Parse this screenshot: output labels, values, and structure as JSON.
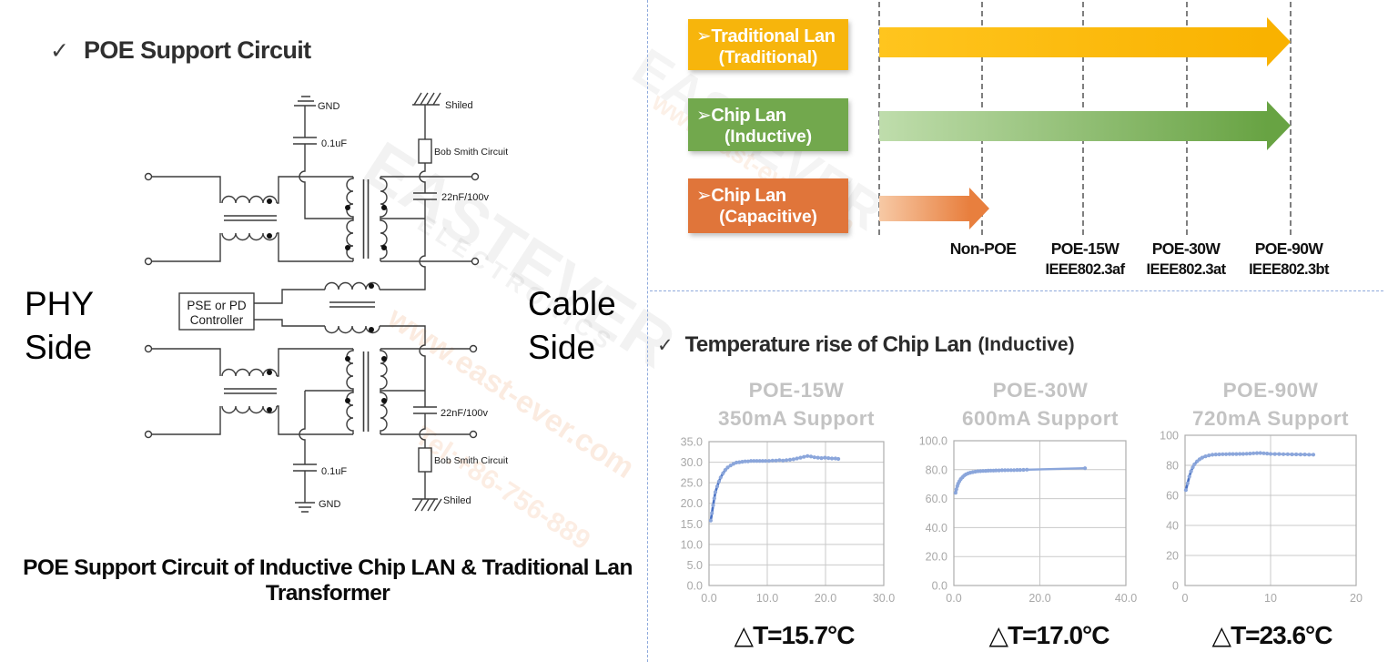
{
  "left_panel": {
    "heading": {
      "check": "✓",
      "text": "POE Support Circuit"
    },
    "phy_label": {
      "line1": "PHY",
      "line2": "Side"
    },
    "cable_label": {
      "line1": "Cable",
      "line2": "Side"
    },
    "caption": "POE Support Circuit of Inductive Chip LAN & Traditional Lan Transformer",
    "schematic": {
      "gnd_top": "GND",
      "cap_top": "0.1uF",
      "shield_top": "Shiled",
      "bob_smith_top": "Bob Smith Circuit",
      "cap22_top": "22nF/100v",
      "controller_line1": "PSE or PD",
      "controller_line2": "Controller",
      "cap22_bottom": "22nF/100v",
      "bob_smith_bottom": "Bob Smith Circuit",
      "shield_bottom": "Shiled",
      "cap_bottom": "0.1uF",
      "gnd_bottom": "GND"
    }
  },
  "right_panel": {
    "separator_color": "#8FAADC",
    "roadmap": {
      "dash_color": "#7F7F7F",
      "rows": [
        {
          "label_line1": "➢Traditional Lan",
          "label_line2": "(Traditional)",
          "box_color": "#F7B50C",
          "arrow_start": "#FFC51E",
          "arrow_end": "#F9B200",
          "span": "full"
        },
        {
          "label_line1": "➢Chip Lan",
          "label_line2": "(Inductive)",
          "box_color": "#72A84D",
          "arrow_start": "#BFDDAC",
          "arrow_end": "#68A343",
          "span": "full"
        },
        {
          "label_line1": "➢Chip Lan",
          "label_line2": "(Capacitive)",
          "box_color": "#E0753A",
          "arrow_start": "#F7C9A5",
          "arrow_end": "#E87F3E",
          "span": "short"
        }
      ],
      "milestones": [
        {
          "line1": "Non-POE",
          "line2": ""
        },
        {
          "line1": "POE-15W",
          "line2": "IEEE802.3af"
        },
        {
          "line1": "POE-30W",
          "line2": "IEEE802.3at"
        },
        {
          "line1": "POE-90W",
          "line2": "IEEE802.3bt"
        }
      ]
    },
    "temp_heading": {
      "check": "✓",
      "text": "Temperature rise of Chip Lan",
      "suffix": "(Inductive)"
    }
  },
  "chart_data": [
    {
      "type": "line",
      "title": "POE-15W",
      "subtitle": "350mA Support",
      "annotation": "△T=15.7°C",
      "xlim": [
        0,
        30
      ],
      "ylim": [
        0,
        35
      ],
      "xticks": [
        0,
        10,
        20,
        30
      ],
      "xtick_labels": [
        "0.0",
        "10.0",
        "20.0",
        "30.0"
      ],
      "yticks": [
        0,
        5,
        10,
        15,
        20,
        25,
        30,
        35
      ],
      "ytick_labels": [
        "0.0",
        "5.0",
        "10.0",
        "15.0",
        "20.0",
        "25.0",
        "30.0",
        "35.0"
      ],
      "line_color": "#8BA6DB",
      "rise_color": "#4A72C4",
      "rise_points": 11,
      "x": [
        0.3,
        0.5,
        0.7,
        0.9,
        1.1,
        1.4,
        1.7,
        2.0,
        2.4,
        2.8,
        3.2,
        3.7,
        4.2,
        4.7,
        5.2,
        5.7,
        6.2,
        6.7,
        7.2,
        7.7,
        8.2,
        8.7,
        9.2,
        9.7,
        10.3,
        10.9,
        11.5,
        12.1,
        12.7,
        13.3,
        13.9,
        14.5,
        15.1,
        15.7,
        16.3,
        16.9,
        17.5,
        18.1,
        18.7,
        19.3,
        19.9,
        20.5,
        21.1,
        21.7,
        22.2
      ],
      "y": [
        15.8,
        17.6,
        19.5,
        21.2,
        22.7,
        24.1,
        25.3,
        26.3,
        27.3,
        28.1,
        28.7,
        29.2,
        29.6,
        29.9,
        30.0,
        30.1,
        30.2,
        30.2,
        30.3,
        30.3,
        30.3,
        30.3,
        30.3,
        30.3,
        30.3,
        30.4,
        30.4,
        30.5,
        30.4,
        30.5,
        30.6,
        30.7,
        30.9,
        31.1,
        31.3,
        31.5,
        31.4,
        31.2,
        31.1,
        31.0,
        31.1,
        31.0,
        30.9,
        30.9,
        30.8
      ]
    },
    {
      "type": "line",
      "title": "POE-30W",
      "subtitle": "600mA Support",
      "annotation": "△T=17.0°C",
      "xlim": [
        0,
        40
      ],
      "ylim": [
        0,
        100
      ],
      "xticks": [
        0,
        20,
        40
      ],
      "xtick_labels": [
        "0.0",
        "20.0",
        "40.0"
      ],
      "yticks": [
        0,
        20,
        40,
        60,
        80,
        100
      ],
      "ytick_labels": [
        "0.0",
        "20.0",
        "40.0",
        "60.0",
        "80.0",
        "100.0"
      ],
      "line_color": "#8BA6DB",
      "rise_color": "#4A72C4",
      "rise_points": 8,
      "x": [
        0.4,
        0.6,
        0.8,
        1.0,
        1.3,
        1.6,
        2.0,
        2.4,
        2.8,
        3.3,
        3.8,
        4.4,
        5.0,
        5.6,
        6.2,
        6.8,
        7.4,
        8.0,
        8.6,
        9.2,
        9.8,
        10.5,
        11.2,
        11.9,
        12.6,
        13.3,
        14.0,
        14.7,
        15.4,
        16.2,
        17.0,
        30.5
      ],
      "y": [
        64.0,
        66.5,
        68.6,
        70.4,
        72.0,
        73.5,
        74.8,
        75.9,
        76.7,
        77.4,
        77.9,
        78.3,
        78.6,
        78.9,
        79.0,
        79.1,
        79.2,
        79.3,
        79.4,
        79.4,
        79.5,
        79.5,
        79.6,
        79.6,
        79.7,
        79.7,
        79.7,
        79.8,
        79.8,
        79.9,
        80.0,
        81.0
      ]
    },
    {
      "type": "line",
      "title": "POE-90W",
      "subtitle": "720mA Support",
      "annotation": "△T=23.6°C",
      "xlim": [
        0,
        20
      ],
      "ylim": [
        0,
        100
      ],
      "xticks": [
        0,
        10,
        20
      ],
      "xtick_labels": [
        "0",
        "10",
        "20"
      ],
      "yticks": [
        0,
        20,
        40,
        60,
        80,
        100
      ],
      "ytick_labels": [
        "0",
        "20",
        "40",
        "60",
        "80",
        "100"
      ],
      "line_color": "#8BA6DB",
      "rise_color": "#4A72C4",
      "rise_points": 10,
      "x": [
        0.1,
        0.3,
        0.5,
        0.7,
        0.9,
        1.1,
        1.4,
        1.7,
        2.0,
        2.4,
        2.8,
        3.2,
        3.6,
        4.0,
        4.4,
        4.8,
        5.2,
        5.6,
        6.0,
        6.4,
        6.8,
        7.2,
        7.6,
        8.0,
        8.4,
        8.8,
        9.2,
        9.6,
        10.0,
        10.5,
        11.0,
        11.5,
        12.0,
        12.5,
        13.0,
        13.5,
        14.0,
        14.5,
        15.0
      ],
      "y": [
        63.5,
        68.0,
        72.5,
        76.0,
        78.6,
        80.6,
        82.6,
        84.0,
        85.1,
        86.0,
        86.6,
        87.0,
        87.2,
        87.3,
        87.4,
        87.4,
        87.5,
        87.5,
        87.5,
        87.6,
        87.6,
        87.7,
        87.8,
        88.0,
        88.1,
        88.2,
        88.0,
        87.8,
        87.6,
        87.5,
        87.5,
        87.4,
        87.4,
        87.3,
        87.3,
        87.2,
        87.2,
        87.1,
        87.1
      ]
    }
  ],
  "watermarks": {
    "brand": "EASTEVER",
    "brand_sub": "ELECTRONICS",
    "site": "www.east-ever.com",
    "tel": "Tel:+86-756-889"
  }
}
